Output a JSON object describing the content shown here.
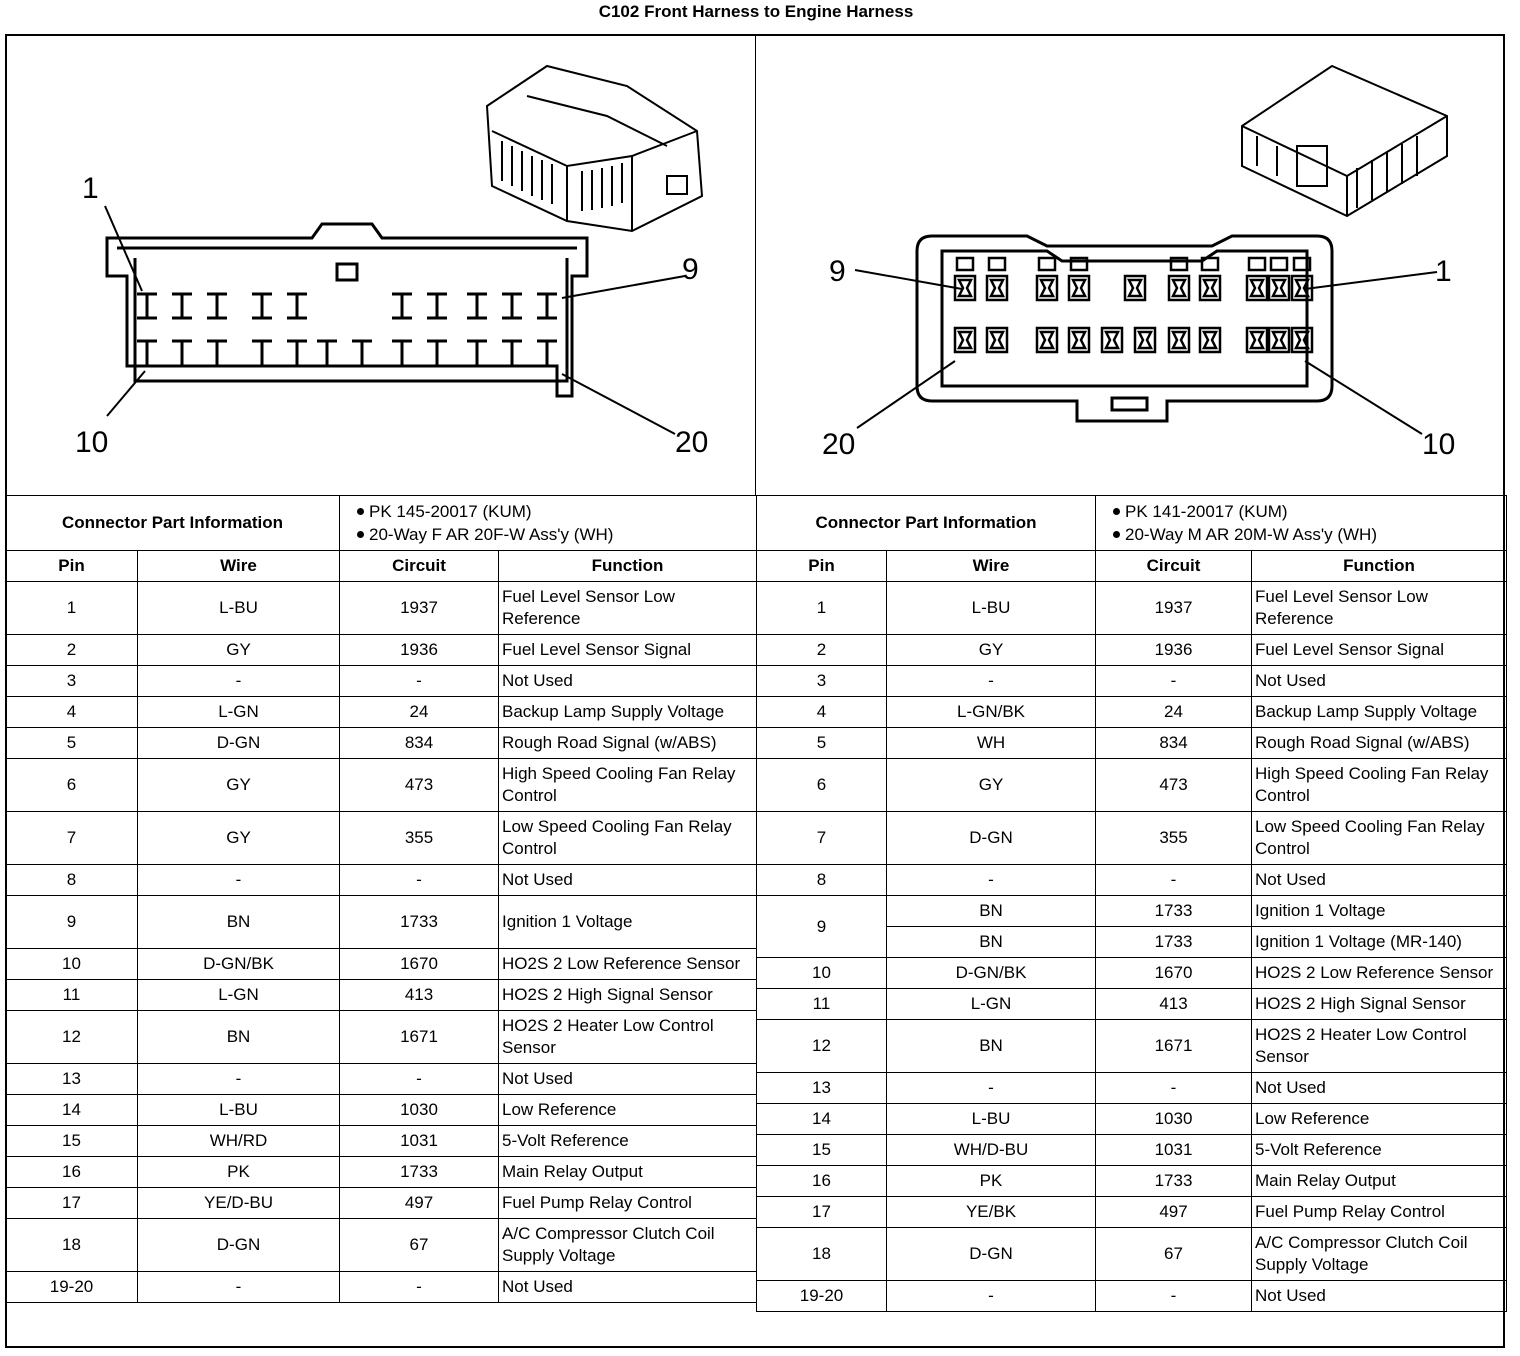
{
  "title": "C102 Front Harness to Engine Harness",
  "left": {
    "labels": {
      "tl": "1",
      "tr": "9",
      "bl": "10",
      "br": "20"
    },
    "part_info_label": "Connector Part Information",
    "part_info": [
      "PK 145-20017 (KUM)",
      "20-Way F AR 20F-W Ass'y (WH)"
    ],
    "headers": [
      "Pin",
      "Wire",
      "Circuit",
      "Function"
    ],
    "rows": [
      {
        "pin": "1",
        "wire": "L-BU",
        "circuit": "1937",
        "function": "Fuel Level Sensor Low Reference"
      },
      {
        "pin": "2",
        "wire": "GY",
        "circuit": "1936",
        "function": "Fuel Level Sensor Signal"
      },
      {
        "pin": "3",
        "wire": "-",
        "circuit": "-",
        "function": "Not Used"
      },
      {
        "pin": "4",
        "wire": "L-GN",
        "circuit": "24",
        "function": "Backup Lamp Supply Voltage"
      },
      {
        "pin": "5",
        "wire": "D-GN",
        "circuit": "834",
        "function": "Rough Road Signal (w/ABS)"
      },
      {
        "pin": "6",
        "wire": "GY",
        "circuit": "473",
        "function": "High Speed Cooling Fan Relay Control"
      },
      {
        "pin": "7",
        "wire": "GY",
        "circuit": "355",
        "function": "Low Speed Cooling Fan Relay Control"
      },
      {
        "pin": "8",
        "wire": "-",
        "circuit": "-",
        "function": "Not Used"
      },
      {
        "pin": "9",
        "wire": "BN",
        "circuit": "1733",
        "function": "Ignition 1 Voltage"
      },
      {
        "pin": "10",
        "wire": "D-GN/BK",
        "circuit": "1670",
        "function": "HO2S 2 Low Reference Sensor"
      },
      {
        "pin": "11",
        "wire": "L-GN",
        "circuit": "413",
        "function": "HO2S 2 High Signal Sensor"
      },
      {
        "pin": "12",
        "wire": "BN",
        "circuit": "1671",
        "function": "HO2S 2 Heater Low Control Sensor"
      },
      {
        "pin": "13",
        "wire": "-",
        "circuit": "-",
        "function": "Not Used"
      },
      {
        "pin": "14",
        "wire": "L-BU",
        "circuit": "1030",
        "function": "Low Reference"
      },
      {
        "pin": "15",
        "wire": "WH/RD",
        "circuit": "1031",
        "function": "5-Volt Reference"
      },
      {
        "pin": "16",
        "wire": "PK",
        "circuit": "1733",
        "function": "Main Relay Output"
      },
      {
        "pin": "17",
        "wire": "YE/D-BU",
        "circuit": "497",
        "function": "Fuel Pump Relay Control"
      },
      {
        "pin": "18",
        "wire": "D-GN",
        "circuit": "67",
        "function": "A/C Compressor Clutch Coil Supply Voltage"
      },
      {
        "pin": "19-20",
        "wire": "-",
        "circuit": "-",
        "function": "Not Used"
      }
    ]
  },
  "right": {
    "labels": {
      "tl": "9",
      "tr": "1",
      "bl": "20",
      "br": "10"
    },
    "part_info_label": "Connector Part Information",
    "part_info": [
      "PK 141-20017 (KUM)",
      "20-Way M AR 20M-W Ass'y (WH)"
    ],
    "headers": [
      "Pin",
      "Wire",
      "Circuit",
      "Function"
    ],
    "rows": [
      {
        "pin": "1",
        "wire": "L-BU",
        "circuit": "1937",
        "function": "Fuel Level Sensor Low Reference"
      },
      {
        "pin": "2",
        "wire": "GY",
        "circuit": "1936",
        "function": "Fuel Level Sensor Signal"
      },
      {
        "pin": "3",
        "wire": "-",
        "circuit": "-",
        "function": "Not Used"
      },
      {
        "pin": "4",
        "wire": "L-GN/BK",
        "circuit": "24",
        "function": "Backup Lamp Supply Voltage"
      },
      {
        "pin": "5",
        "wire": "WH",
        "circuit": "834",
        "function": "Rough Road Signal (w/ABS)"
      },
      {
        "pin": "6",
        "wire": "GY",
        "circuit": "473",
        "function": "High Speed Cooling Fan Relay Control"
      },
      {
        "pin": "7",
        "wire": "D-GN",
        "circuit": "355",
        "function": "Low Speed Cooling Fan Relay Control"
      },
      {
        "pin": "8",
        "wire": "-",
        "circuit": "-",
        "function": "Not Used"
      },
      {
        "pin": "9",
        "wire": "BN",
        "circuit": "1733",
        "function": "Ignition 1 Voltage",
        "wire2": "BN",
        "circuit2": "1733",
        "function2": "Ignition 1 Voltage (MR-140)"
      },
      {
        "pin": "10",
        "wire": "D-GN/BK",
        "circuit": "1670",
        "function": "HO2S 2 Low Reference Sensor"
      },
      {
        "pin": "11",
        "wire": "L-GN",
        "circuit": "413",
        "function": "HO2S 2 High Signal Sensor"
      },
      {
        "pin": "12",
        "wire": "BN",
        "circuit": "1671",
        "function": "HO2S 2 Heater Low Control Sensor"
      },
      {
        "pin": "13",
        "wire": "-",
        "circuit": "-",
        "function": "Not Used"
      },
      {
        "pin": "14",
        "wire": "L-BU",
        "circuit": "1030",
        "function": "Low Reference"
      },
      {
        "pin": "15",
        "wire": "WH/D-BU",
        "circuit": "1031",
        "function": "5-Volt Reference"
      },
      {
        "pin": "16",
        "wire": "PK",
        "circuit": "1733",
        "function": "Main Relay Output"
      },
      {
        "pin": "17",
        "wire": "YE/BK",
        "circuit": "497",
        "function": "Fuel Pump Relay Control"
      },
      {
        "pin": "18",
        "wire": "D-GN",
        "circuit": "67",
        "function": "A/C Compressor Clutch Coil Supply Voltage"
      },
      {
        "pin": "19-20",
        "wire": "-",
        "circuit": "-",
        "function": "Not Used"
      }
    ]
  }
}
